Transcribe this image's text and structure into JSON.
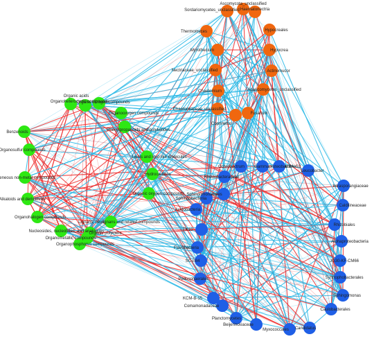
{
  "colors": {
    "fungi": "#f0670f",
    "bacteria": "#1f5fe6",
    "metabolites": "#2ee813",
    "positive": "#ee2a2a",
    "negative": "#2ab8e6"
  },
  "fungi": [
    "Ascomycota_unclassified",
    "Sordariomycetes_unclassified",
    "Haematonectria",
    "Thermomyces",
    "Hypocreales",
    "Myrothecium",
    "Hypocrea",
    "Nectriaceae_unclassified",
    "Actinomucor",
    "Chaetomium",
    "Agaricomycetes_unclassified",
    "Chaetomiaceae_unclassified",
    "Coprinellus",
    "Fusarium"
  ],
  "bacteria": [
    "Ochrobactrum",
    "Gammaproteobacteria",
    "MBA-G2",
    "Leucobacter",
    "Sphingobacteriia",
    "Acidobacteria",
    "Sphingomonadales",
    "Intrasporangiaceae",
    "TK10",
    "Rhodobacteraceae",
    "Flavobacteria",
    "Caldilineaceae",
    "SC-I-84",
    "Rhizobiales",
    "Pedosphaerales",
    "Alphaproteobacteria",
    "KCM-B-15",
    "JG30-KF-CM66",
    "Comamonadaceae",
    "Syntrophobacterales",
    "Planctomycetes",
    "Sphingomonas",
    "Beijerinckiaceae",
    "Caulobacterales",
    "Myxococcales",
    "Candidatus"
  ],
  "metabolites": [
    "Organic acids",
    "Organoheterocyclic compounds",
    "Organic nitrogen compounds",
    "Organooxygen compounds",
    "Benzenoids",
    "Phenylpropanoids and polyketides",
    "Organosulfur compounds",
    "Lipids and lipid-like molecules",
    "Hydrocarbons",
    "Homogeneous non-metal compounds",
    "Organic oxygen compounds",
    "Alkaloids and derivatives",
    "Organohalogen compounds",
    "Nucleosides, nucleotides, and analogues",
    "Organic polymers",
    "Organophosphorus compounds",
    "Organometallic compounds",
    "Lignans, neolignans and related compounds"
  ]
}
